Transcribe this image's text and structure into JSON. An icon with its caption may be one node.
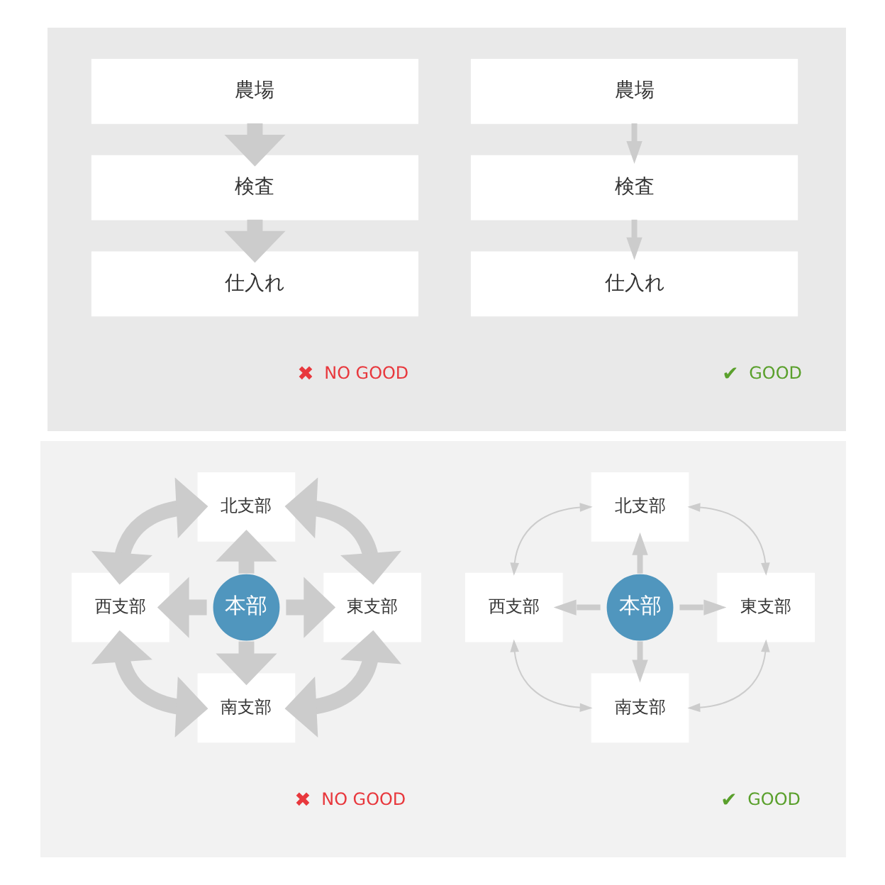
{
  "diagram": {
    "nodes": [
      {
        "text": [],
        "shape": "box"
      },
      {
        "text": [
          "農場"
        ],
        "in": 0
      },
      {
        "text": [
          "検査"
        ],
        "in": 0
      },
      {
        "text": [
          "仕入れ"
        ],
        "in": 0
      },
      {
        "text": [
          "農場"
        ],
        "in": 0
      },
      {
        "text": [
          "検査"
        ],
        "in": 0
      },
      {
        "text": [
          "仕入れ"
        ],
        "in": 0
      },
      {
        "text": [],
        "shape": "box"
      },
      {
        "text": [
          "北支部"
        ],
        "in": 7
      },
      {
        "text": [
          "西支部"
        ],
        "in": 7
      },
      {
        "text": [
          "本部"
        ],
        "in": 7
      },
      {
        "text": [
          "東支部"
        ],
        "in": 7
      },
      {
        "text": [
          "南支部"
        ],
        "in": 7
      },
      {
        "text": [
          "北支部"
        ],
        "in": 7
      },
      {
        "text": [
          "西支部"
        ],
        "in": 7
      },
      {
        "text": [
          "本部"
        ],
        "in": 7
      },
      {
        "text": [
          "東支部"
        ],
        "in": 7
      },
      {
        "text": [
          "南支部"
        ],
        "in": 7
      }
    ],
    "edges": [
      {
        "from": 1,
        "to": 2,
        "arrow": "to",
        "style": "thick"
      },
      {
        "from": 2,
        "to": 3,
        "arrow": "to",
        "style": "thick"
      },
      {
        "from": 4,
        "to": 5,
        "arrow": "to"
      },
      {
        "from": 5,
        "to": 6,
        "arrow": "to"
      },
      {
        "from": 10,
        "to": 8,
        "arrow": "to",
        "style": "thick"
      },
      {
        "from": 10,
        "to": 9,
        "arrow": "to",
        "style": "thick"
      },
      {
        "from": 10,
        "to": 11,
        "arrow": "to",
        "style": "thick"
      },
      {
        "from": 10,
        "to": 12,
        "arrow": "to",
        "style": "thick"
      },
      {
        "from": 8,
        "to": 9,
        "arrow": "both",
        "style": "thick"
      },
      {
        "from": 8,
        "to": 11,
        "arrow": "both",
        "style": "thick"
      },
      {
        "from": 9,
        "to": 12,
        "arrow": "both",
        "style": "thick"
      },
      {
        "from": 11,
        "to": 12,
        "arrow": "both",
        "style": "thick"
      },
      {
        "from": 15,
        "to": 13,
        "arrow": "to"
      },
      {
        "from": 15,
        "to": 14,
        "arrow": "to"
      },
      {
        "from": 15,
        "to": 16,
        "arrow": "to"
      },
      {
        "from": 15,
        "to": 17,
        "arrow": "to"
      },
      {
        "from": 13,
        "to": 14,
        "arrow": "both"
      },
      {
        "from": 13,
        "to": 16,
        "arrow": "both"
      },
      {
        "from": 14,
        "to": 17,
        "arrow": "both"
      },
      {
        "from": 16,
        "to": 17,
        "arrow": "both"
      }
    ],
    "labels": [
      "✖",
      "NO GOOD",
      "✔",
      "GOOD",
      "✖",
      "NO GOOD",
      "✔",
      "GOOD"
    ]
  }
}
